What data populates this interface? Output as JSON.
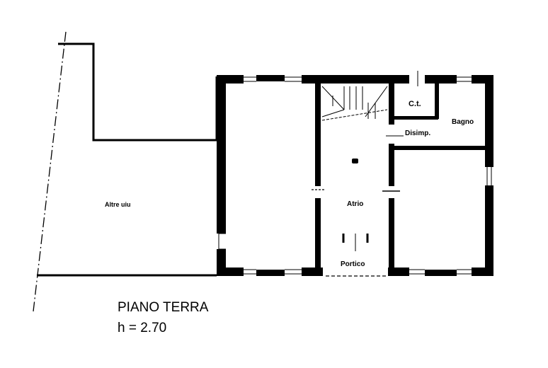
{
  "plan": {
    "rooms": {
      "other_units": "Altre uiu",
      "atrium": "Atrio",
      "porch": "Portico",
      "boiler_room": "C.t.",
      "bathroom": "Bagno",
      "hallway": "Disimp."
    },
    "floor_title": "PIANO TERRA",
    "height_label": "h = 2.70"
  },
  "colors": {
    "ink": "#000000",
    "background": "#ffffff"
  }
}
